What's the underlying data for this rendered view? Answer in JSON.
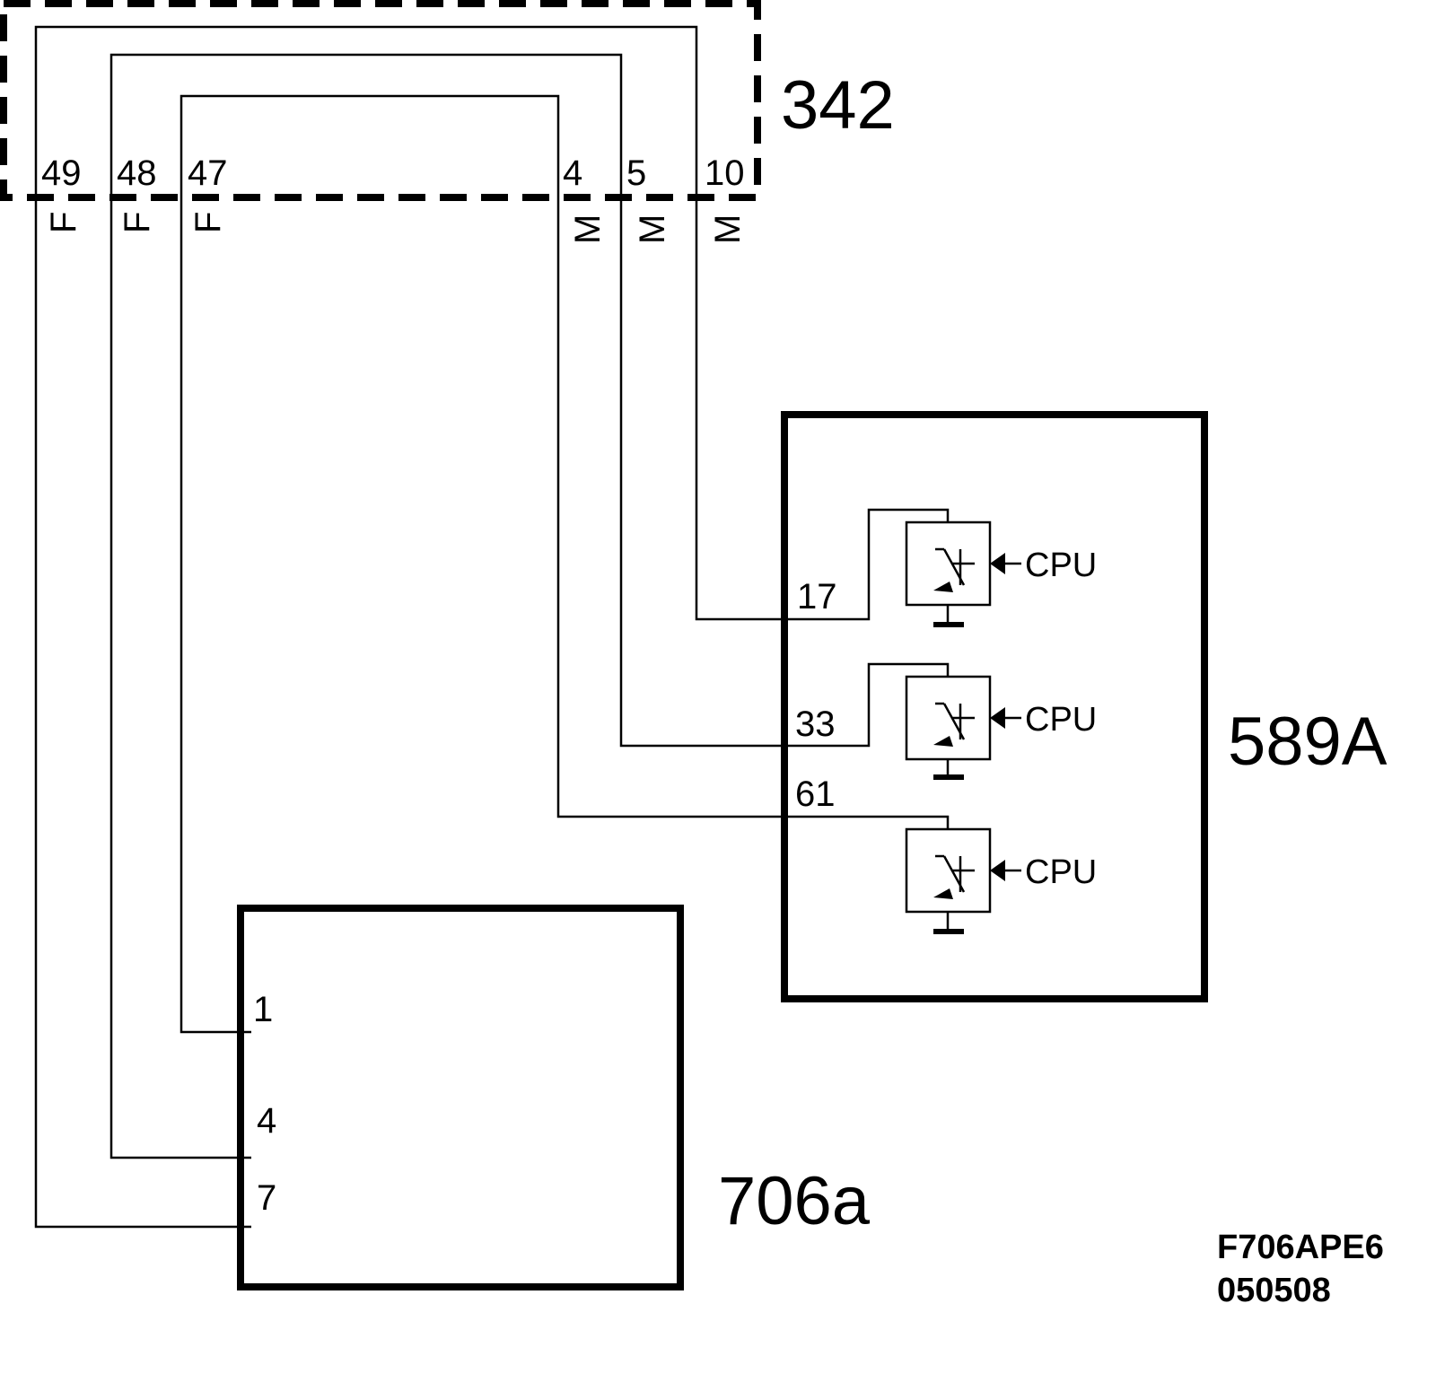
{
  "components": {
    "connector": {
      "label": "342"
    },
    "ecu": {
      "label": "589A"
    },
    "module": {
      "label": "706a"
    }
  },
  "connector_pins": [
    {
      "number": "49",
      "gender": "F"
    },
    {
      "number": "48",
      "gender": "F"
    },
    {
      "number": "47",
      "gender": "F"
    },
    {
      "number": "4",
      "gender": "M"
    },
    {
      "number": "5",
      "gender": "M"
    },
    {
      "number": "10",
      "gender": "M"
    }
  ],
  "ecu_pins": [
    "17",
    "33",
    "61"
  ],
  "module_pins": [
    "1",
    "4",
    "7"
  ],
  "drivers": [
    {
      "label": "CPU"
    },
    {
      "label": "CPU"
    },
    {
      "label": "CPU"
    }
  ],
  "figure_ref": {
    "code": "F706APE6",
    "date": "050508"
  }
}
